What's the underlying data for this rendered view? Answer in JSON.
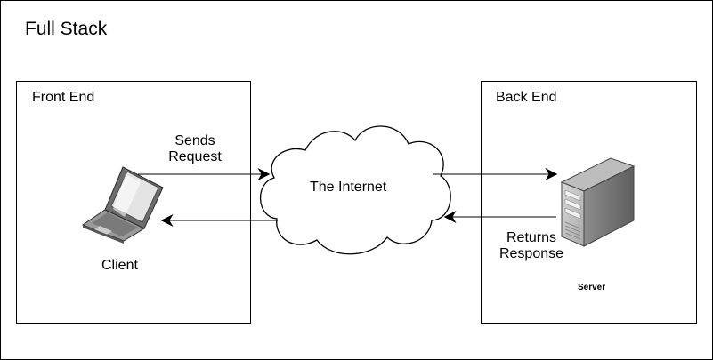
{
  "diagram": {
    "title": "Full Stack",
    "front_end": {
      "title": "Front End",
      "client_label": "Client"
    },
    "back_end": {
      "title": "Back End",
      "server_label": "Server"
    },
    "internet": {
      "label": "The Internet"
    },
    "request": {
      "line1": "Sends",
      "line2": "Request"
    },
    "response": {
      "line1": "Returns",
      "line2": "Response"
    },
    "icons": [
      "laptop-icon",
      "cloud-icon",
      "server-icon"
    ]
  }
}
